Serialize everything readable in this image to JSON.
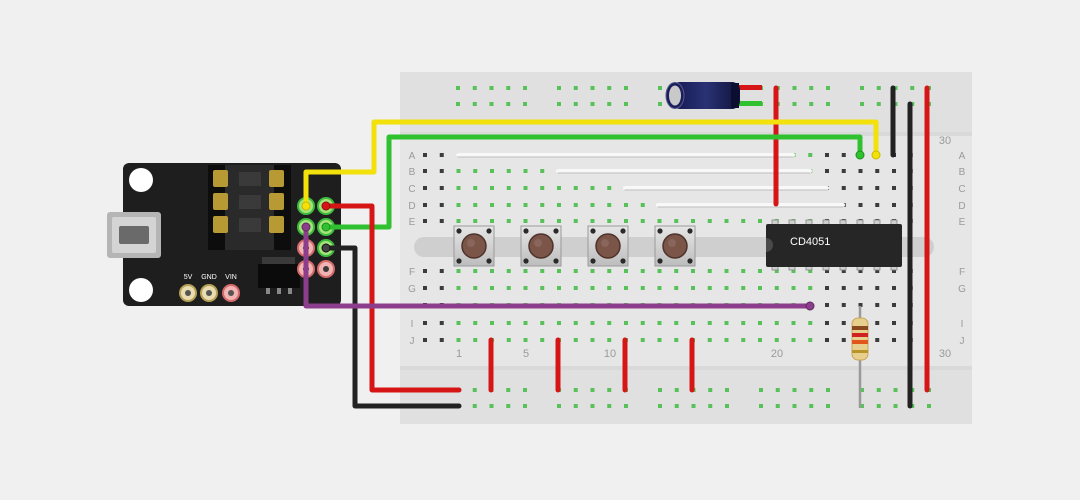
{
  "breadboard": {
    "row_labels": [
      "A",
      "B",
      "C",
      "D",
      "E",
      "F",
      "G",
      "I",
      "J"
    ],
    "column_numbers_top": [
      "30"
    ],
    "column_numbers_bottom": [
      "1",
      "5",
      "10",
      "20",
      "30"
    ]
  },
  "programmer_board": {
    "pin_labels": [
      "5V",
      "GND",
      "VIN"
    ]
  },
  "components": {
    "ic_label": "CD4051",
    "pushbutton_count": 4,
    "capacitor": "electrolytic",
    "resistor": "through-hole"
  },
  "colors": {
    "wire_yellow": "#f2e10a",
    "wire_green": "#2fc12f",
    "wire_red": "#d61616",
    "wire_black": "#222222",
    "wire_purple": "#8c3d8c",
    "wire_white": "#f8f8f8",
    "board_pcb": "#1e1e1e",
    "breadboard_body": "#dcdcdc",
    "hole_green": "#59c159"
  }
}
